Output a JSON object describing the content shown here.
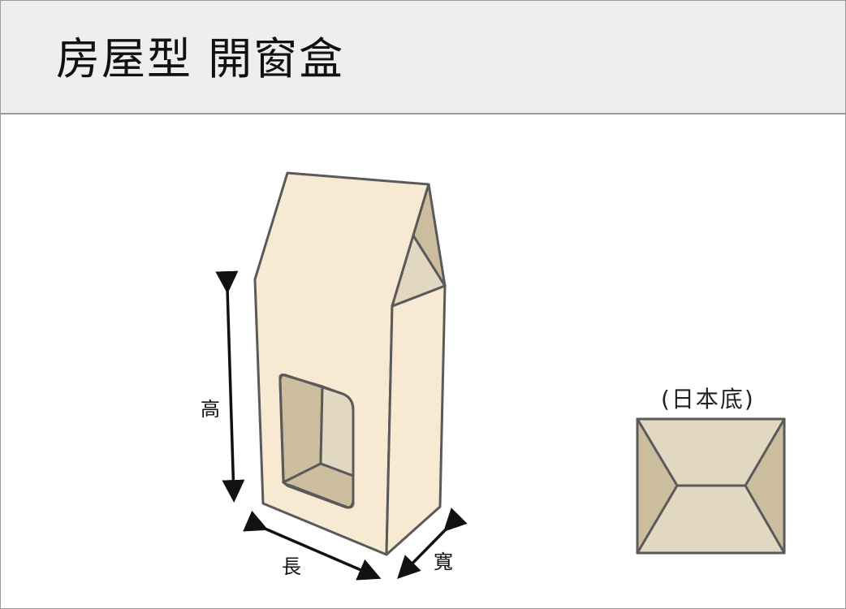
{
  "header": {
    "title": "房屋型 開窗盒"
  },
  "diagram": {
    "labels": {
      "height": "高",
      "length": "長",
      "width": "寬"
    },
    "bottom_view_label": "(日本底)",
    "colors": {
      "box_face": "#f8e9d2",
      "window_dark": "#ccbd9f",
      "window_light": "#e2d7c0",
      "outline": "#5a5a5a",
      "arrow": "#111111",
      "header_bg": "#eeeeee",
      "border": "#9a9a9a"
    }
  }
}
